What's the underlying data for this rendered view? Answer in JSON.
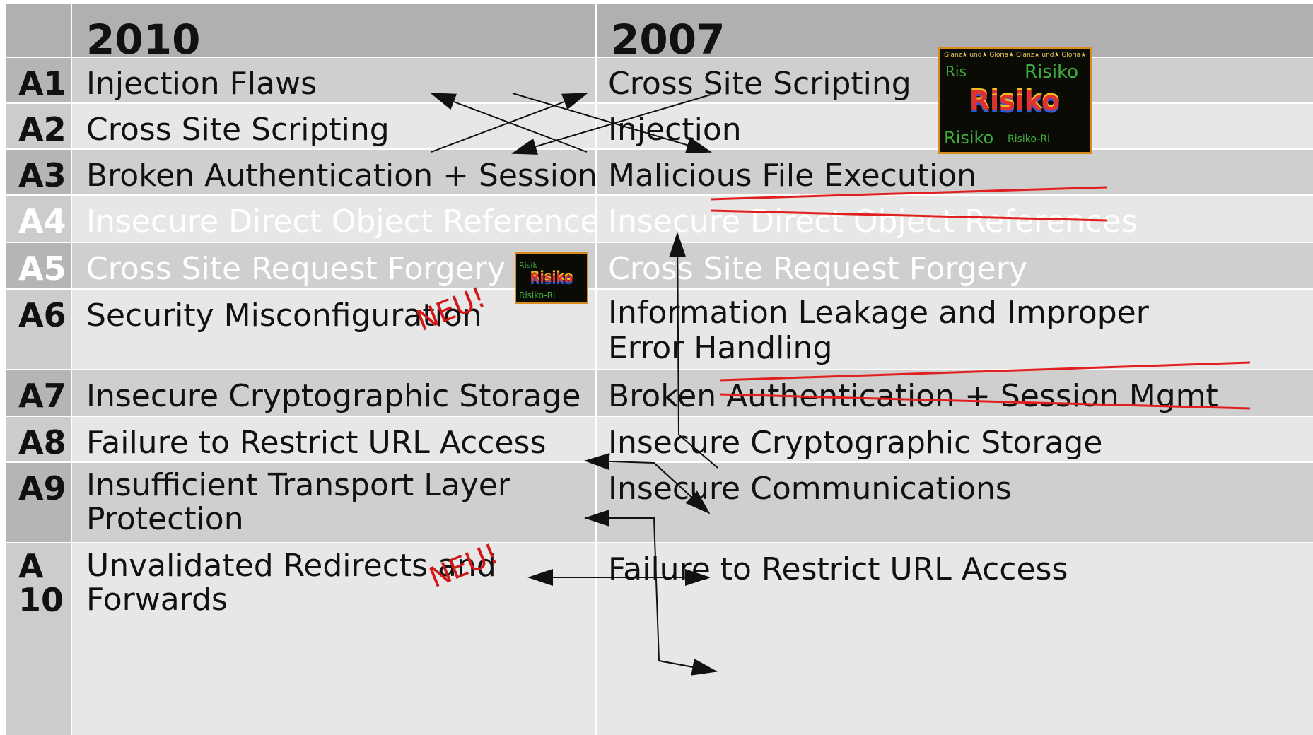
{
  "header": {
    "year_new": "2010",
    "year_old": "2007"
  },
  "rows": [
    {
      "rank": "A1",
      "new": "Injection Flaws",
      "old": "Cross Site Scripting"
    },
    {
      "rank": "A2",
      "new": "Cross Site Scripting",
      "old": "Injection"
    },
    {
      "rank": "A3",
      "new": "Broken Authentication + Session Mgmt",
      "old": "Malicious File Execution"
    },
    {
      "rank": "A4",
      "new": "Insecure Direct Object References",
      "old": "Insecure Direct Object References"
    },
    {
      "rank": "A5",
      "new": "Cross Site Request Forgery",
      "old": "Cross Site Request Forgery"
    },
    {
      "rank": "A6",
      "new": "Security Misconfiguration",
      "old_line1": "Information Leakage and Improper",
      "old_line2": "Error Handling"
    },
    {
      "rank": "A7",
      "new": "Insecure Cryptographic Storage",
      "old": "Broken Authentication + Session Mgmt"
    },
    {
      "rank": "A8",
      "new": "Failure to Restrict URL Access",
      "old": "Insecure Cryptographic Storage"
    },
    {
      "rank": "A9",
      "new_line1": "Insufficient Transport Layer",
      "new_line2": "Protection",
      "old": "Insecure Communications"
    },
    {
      "rank_line1": "A",
      "rank_line2": "10",
      "new_line1": "Unvalidated Redirects and",
      "new_line2": "Forwards",
      "old": "Failure to Restrict URL Access"
    }
  ],
  "badges": {
    "neu": "NEU!"
  },
  "risk_image": {
    "top_text": "Glanz★ und★ Gloria★ Glanz★ und★ Gloria★",
    "word": "Risiko",
    "small_word": "Risiko",
    "side_words": [
      "Risiko-Ri",
      "Ris",
      "Risik"
    ]
  },
  "colors": {
    "strike": "#e02020",
    "neu": "#d01818",
    "arrow": "#111111",
    "badge_border": "#d98b1c"
  }
}
